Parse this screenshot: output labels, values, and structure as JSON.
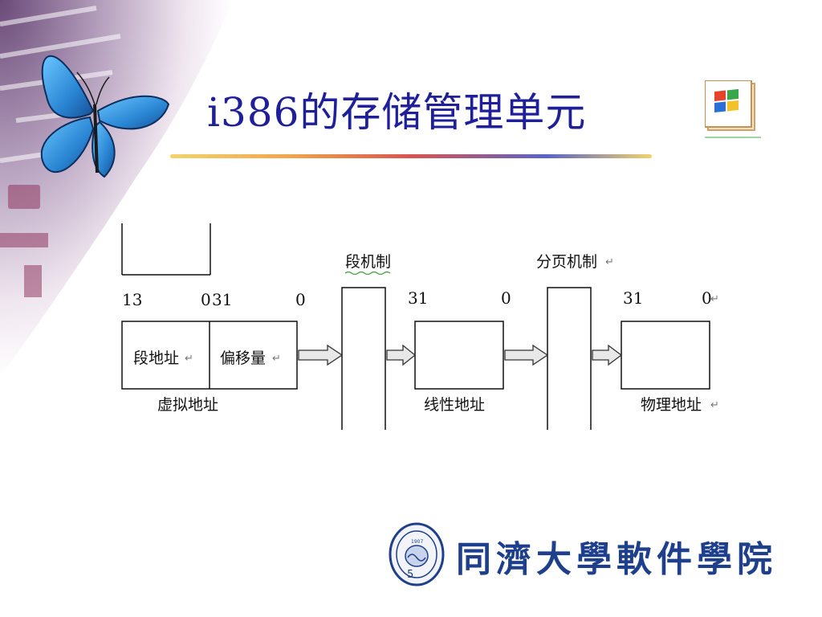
{
  "slide": {
    "title": "i386的存储管理单元",
    "page_number": "5"
  },
  "diagram": {
    "bits": {
      "seg_hi": "13",
      "seg_lo": "0",
      "off_hi": "31",
      "off_lo": "0",
      "lin_hi": "31",
      "lin_lo": "0",
      "phys_hi": "31",
      "phys_lo": "0"
    },
    "mechanism_segment": "段机制",
    "mechanism_paging": "分页机制",
    "field_segment": "段地址",
    "field_offset": "偏移量",
    "virtual_address": "虚拟地址",
    "linear_address": "线性地址",
    "physical_address": "物理地址",
    "return_mark": "↵"
  },
  "footer": {
    "school_name": "同濟大學軟件學院",
    "seal_year": "1907"
  },
  "icons": {
    "butterfly": "butterfly-icon",
    "windows": "windows-logo-icon",
    "seal": "university-seal-icon"
  },
  "colors": {
    "title": "#1f1f9a",
    "school": "#1d3f8c",
    "butterfly": "#2f8fd8"
  }
}
